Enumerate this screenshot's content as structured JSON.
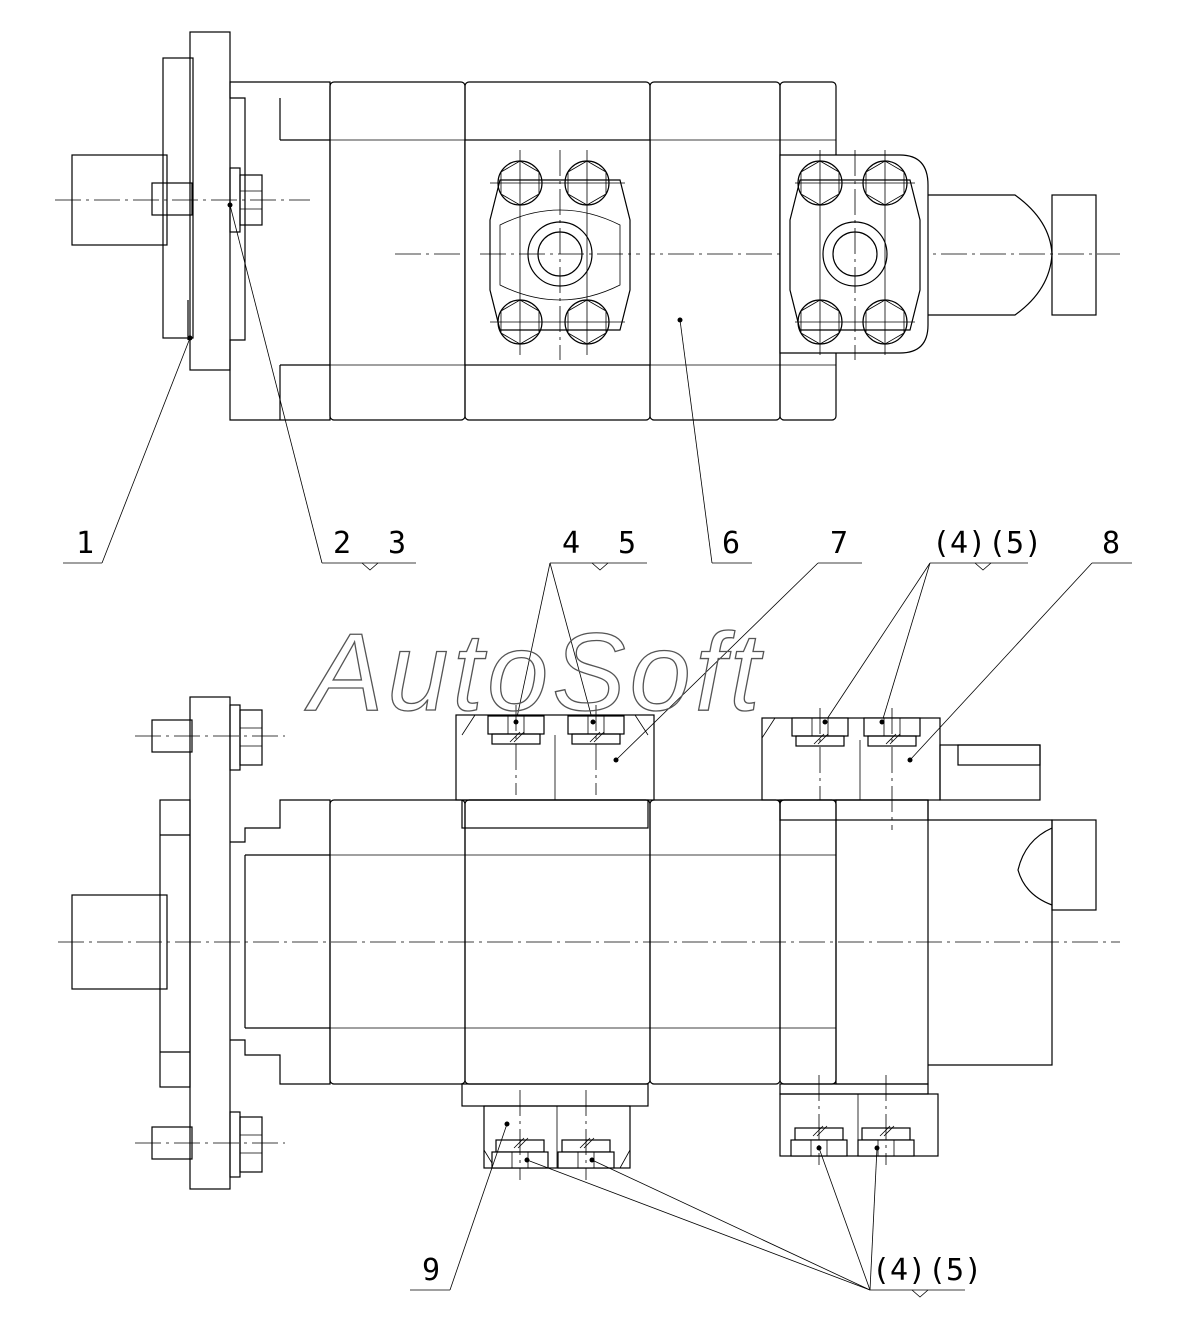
{
  "watermark": "AutoSoft",
  "callouts": {
    "c1": "1",
    "c2": "2",
    "c3": "3",
    "c4": "4",
    "c5": "5",
    "c6": "6",
    "c7": "7",
    "c8": "8",
    "c9": "9",
    "c4p_top": "(4)",
    "c5p_top": "(5)",
    "c4p_bot": "(4)",
    "c5p_bot": "(5)"
  }
}
